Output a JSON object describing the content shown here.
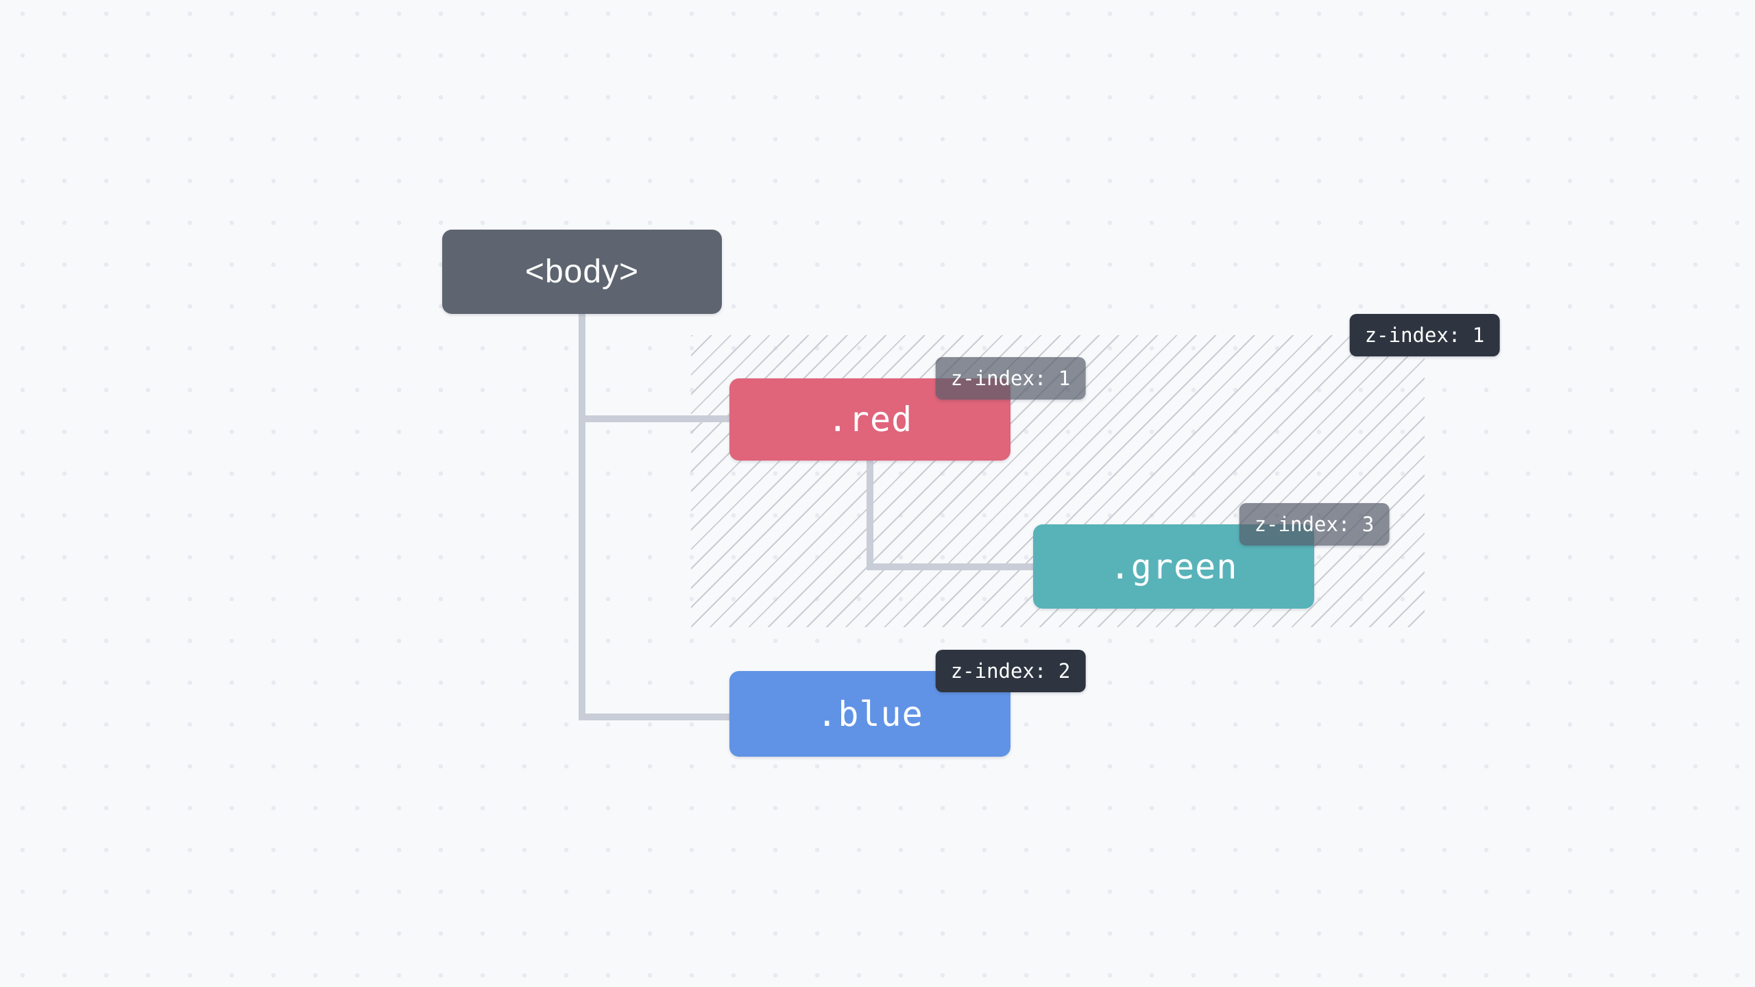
{
  "page": {
    "background_color": "#f8f9fb",
    "dot_grid_color": "#e8eaf0",
    "connector_color": "#c9cdd7",
    "hatch_line_color": "#c9ccd3"
  },
  "tree": {
    "root": {
      "label": "<body>",
      "color": "#5e6570",
      "text_color": "#ffffff"
    },
    "stacking_context": {
      "badge_label": "z-index: 1",
      "badge_color": "#2e3540",
      "badge_text_color": "#ffffff"
    },
    "nodes": {
      "red": {
        "label": ".red",
        "badge_label": "z-index: 1",
        "color": "#e0647a",
        "badge_color": "rgba(85,92,106,0.7)"
      },
      "green": {
        "label": ".green",
        "badge_label": "z-index: 3",
        "color": "#58b3b9",
        "badge_color": "rgba(85,92,106,0.7)"
      },
      "blue": {
        "label": ".blue",
        "badge_label": "z-index: 2",
        "color": "#6093e6",
        "badge_color": "#2e3540"
      }
    }
  }
}
